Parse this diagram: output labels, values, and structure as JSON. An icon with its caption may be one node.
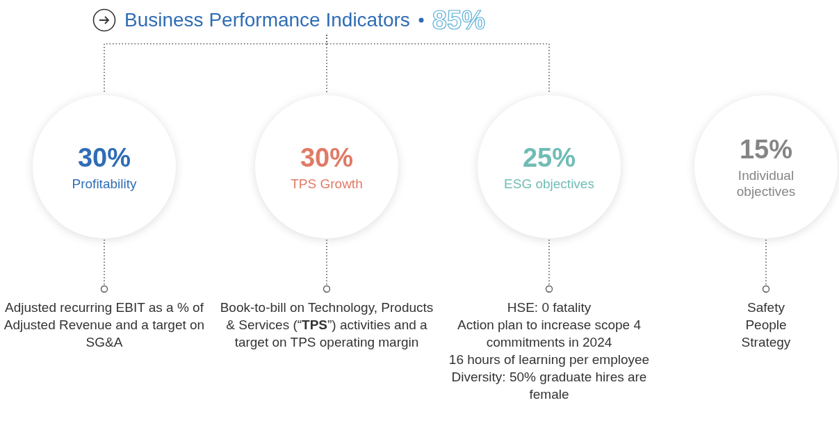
{
  "diagram": {
    "nodes": [
      {
        "text": [
          "Business Performance Indicators",
          "85%"
        ]
      },
      {
        "text": [
          "30%",
          "Profitability"
        ]
      },
      {
        "text": [
          "30%",
          "TPS Growth"
        ]
      },
      {
        "text": [
          "25%",
          "ESG objectives"
        ]
      },
      {
        "text": [
          "15%",
          "Individual objectives"
        ]
      },
      {
        "text": [
          "Adjusted recurring EBIT as a % of Adjusted Revenue and a target on SG&A"
        ]
      },
      {
        "text": [
          "Book-to-bill on Technology, Products & Services (“**TPS**”) activities and a target on TPS operating margin"
        ]
      },
      {
        "text": [
          "HSE: 0 fatality",
          "Action plan to increase scope 4 commitments in 2024",
          "16 hours of learning per employee",
          "Diversity: 50% graduate hires are female"
        ]
      },
      {
        "text": [
          "Safety",
          "People",
          "Strategy"
        ]
      }
    ],
    "edges": [
      {
        "from": 0,
        "to": 1,
        "arrow": "none",
        "style": "dashed"
      },
      {
        "from": 0,
        "to": 2,
        "arrow": "none",
        "style": "dashed"
      },
      {
        "from": 0,
        "to": 3,
        "arrow": "none",
        "style": "dashed"
      },
      {
        "from": 1,
        "to": 5,
        "arrow": "other",
        "style": "dashed"
      },
      {
        "from": 2,
        "to": 6,
        "arrow": "other",
        "style": "dashed"
      },
      {
        "from": 3,
        "to": 7,
        "arrow": "other",
        "style": "dashed"
      },
      {
        "from": 4,
        "to": 8,
        "arrow": "other",
        "style": "dashed"
      }
    ]
  }
}
